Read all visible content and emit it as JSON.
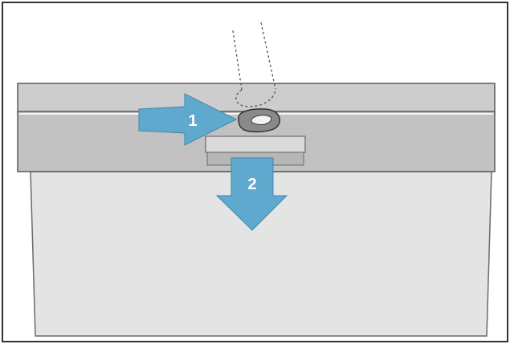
{
  "steps": [
    {
      "label": "1",
      "action": "push-right"
    },
    {
      "label": "2",
      "action": "pull-down"
    }
  ],
  "colors": {
    "frame": "#333333",
    "background": "#ffffff",
    "top_panel": "#cbcbcb",
    "control_strip": "#c2c2c2",
    "door": "#e4e4e4",
    "arrow_fill": "#5fa9cf",
    "arrow_text": "#ffffff",
    "line": "#5a5a5a"
  },
  "icons": {
    "step1": "arrow-right-icon",
    "step2": "arrow-down-icon",
    "latch": "door-latch-icon",
    "hand": "finger-outline"
  }
}
